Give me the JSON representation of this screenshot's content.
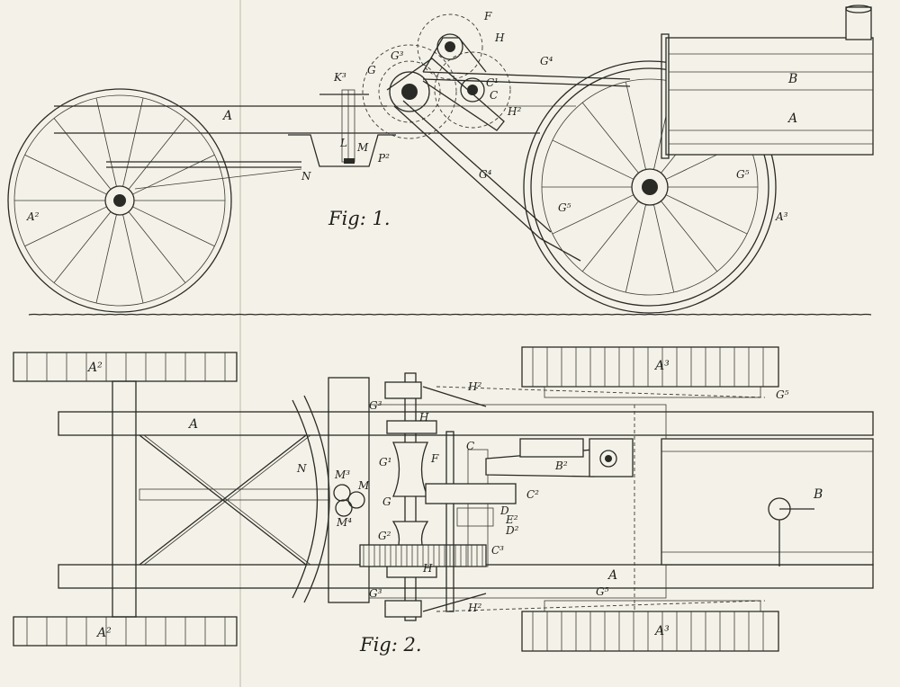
{
  "figures": {
    "fig1": {
      "caption": "Fig: 1.",
      "labels": {
        "frame_front": "A",
        "frame_rear": "A",
        "boiler": "B",
        "front_wheel": "A²",
        "rear_wheel": "A³",
        "lever_k": "K³",
        "l": "L",
        "m": "M",
        "p2": "P²",
        "n": "N",
        "g": "G",
        "g3": "G³",
        "f": "F",
        "h": "H",
        "c1": "C¹",
        "c": "C",
        "h2": "H²",
        "g4_top": "G⁴",
        "g4_chain": "G⁴",
        "g5_chain": "G⁵",
        "g5_wheel": "G⁵"
      }
    },
    "fig2": {
      "caption": "Fig: 2.",
      "labels": {
        "wheel_a2_top": "A²",
        "wheel_a2_bottom": "A²",
        "wheel_a3_top": "A³",
        "wheel_a3_bottom": "A³",
        "frame_a_left": "A",
        "frame_a_right": "A",
        "n": "N",
        "m3": "M³",
        "m": "M",
        "m4": "M⁴",
        "g3_top": "G³",
        "g3_bottom": "G³",
        "h_top": "H",
        "h_bottom": "H",
        "h2_top": "H²",
        "h2_bottom": "H²",
        "g5_top": "G⁵",
        "g5_bottom": "G⁵",
        "g1": "G¹",
        "g": "G",
        "g2": "G²",
        "f": "F",
        "c": "C",
        "b2": "B²",
        "c2": "C²",
        "d": "D",
        "e2": "E²",
        "d2": "D²",
        "c3": "C³",
        "b": "B"
      }
    }
  },
  "palette": {
    "paper": "#f4f2e8",
    "ink": "#2a2a26"
  }
}
